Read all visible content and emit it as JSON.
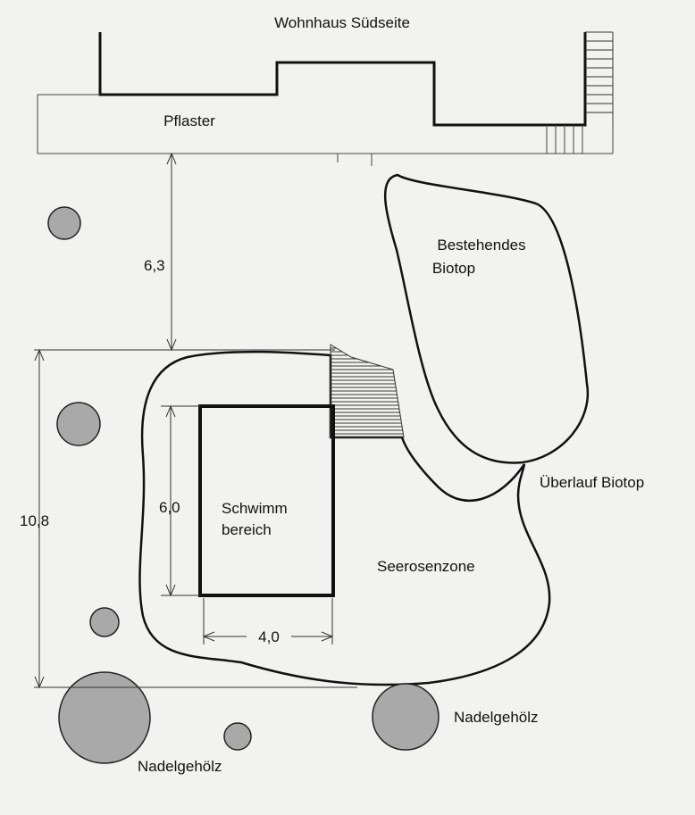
{
  "labels": {
    "house": "Wohnhaus Südseite",
    "pavement": "Pflaster",
    "biotope_line1": "Bestehendes",
    "biotope_line2": "Biotop",
    "overflow": "Überlauf Biotop",
    "swim_line1": "Schwimm",
    "swim_line2": "bereich",
    "lily_zone": "Seerosenzone",
    "conifer_right": "Nadelgehölz",
    "conifer_bottom": "Nadelgehölz"
  },
  "dimensions": {
    "distance_to_house": "6,3",
    "pond_length": "10,8",
    "swim_length": "6,0",
    "swim_width": "4,0"
  },
  "colors": {
    "tree_fill": "#a9a9a9",
    "line": "#1a1a1a",
    "background": "#f2f2f0"
  }
}
